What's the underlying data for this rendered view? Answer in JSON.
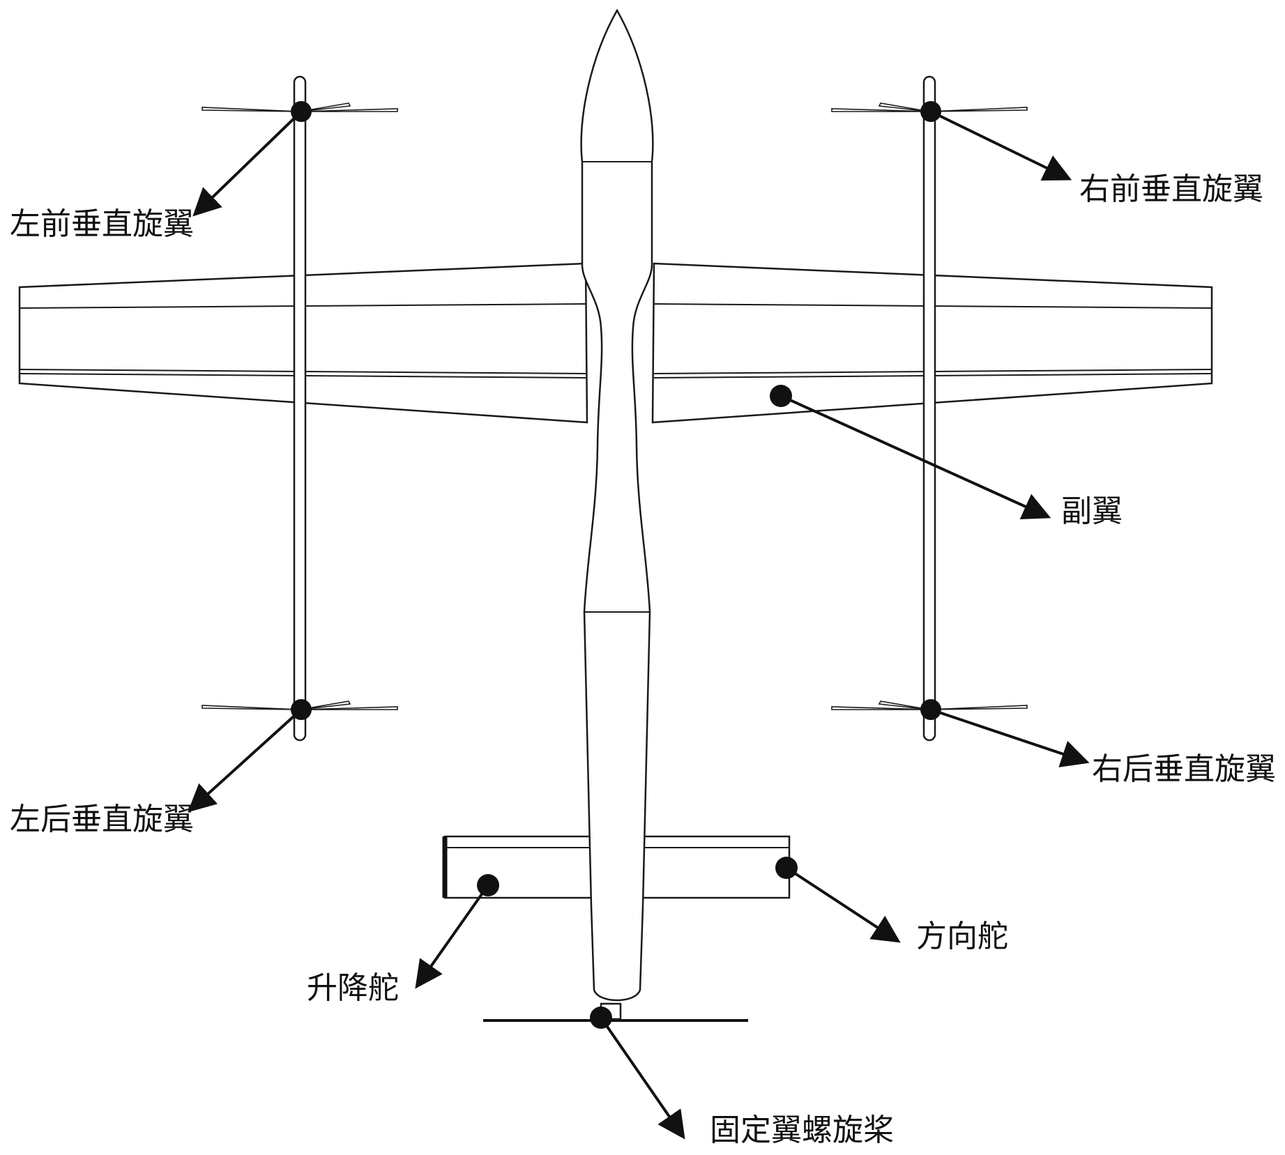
{
  "labels": {
    "front_left_rotor": "左前垂直旋翼",
    "front_right_rotor": "右前垂直旋翼",
    "aileron": "副翼",
    "rear_left_rotor": "左后垂直旋翼",
    "rear_right_rotor": "右后垂直旋翼",
    "rudder": "方向舵",
    "elevator": "升降舵",
    "fixed_wing_propeller": "固定翼螺旋桨"
  },
  "colors": {
    "line": "#1a1a1a",
    "marker": "#111111",
    "background": "#ffffff"
  }
}
